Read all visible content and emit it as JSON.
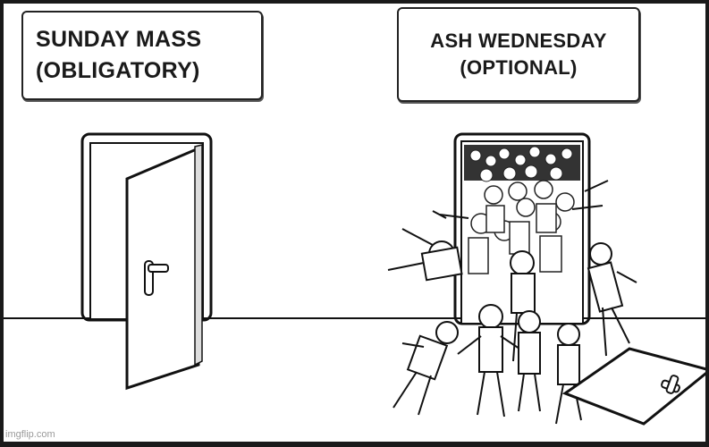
{
  "signs": {
    "left": {
      "line1": "SUNDAY MASS",
      "line2": "(OBLIGATORY)"
    },
    "right": {
      "line1": "ASH WEDNESDAY",
      "line2": "(OPTIONAL)"
    }
  },
  "watermark": "imgflip.com",
  "crowd_icon": "stick-figure-crowd",
  "door_icons": [
    "open-door-icon",
    "crowded-doorway-icon",
    "fallen-door-icon"
  ]
}
